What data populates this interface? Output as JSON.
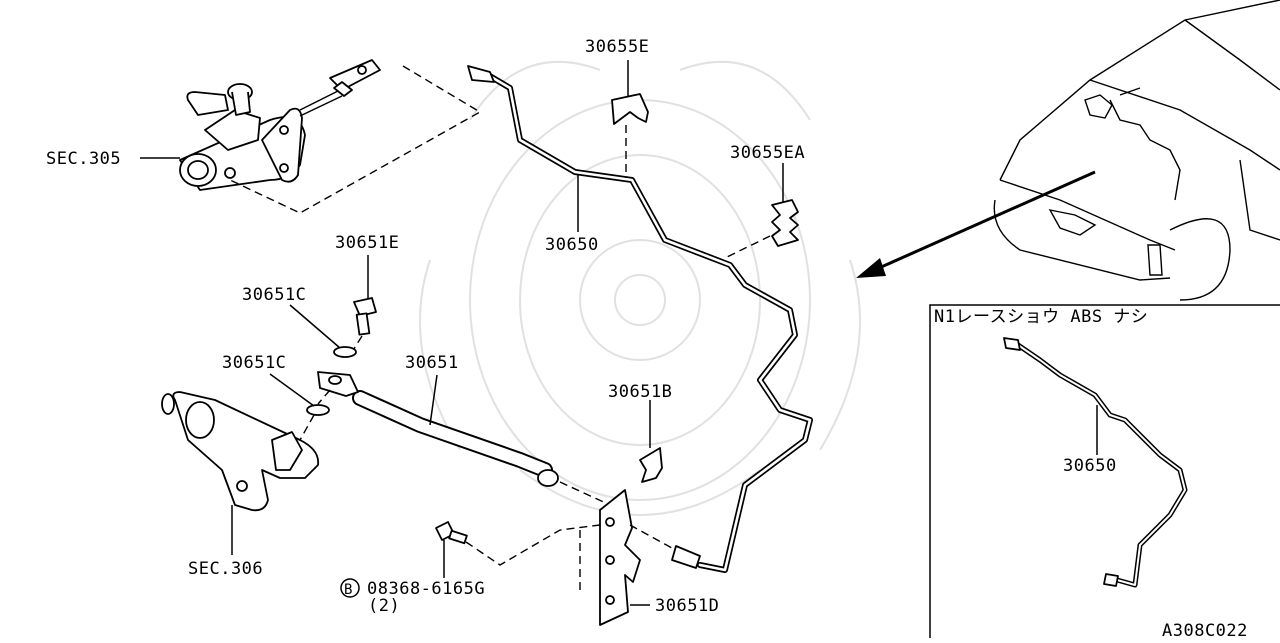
{
  "diagram": {
    "labels": {
      "sec305": "SEC.305",
      "sec306": "SEC.306",
      "p30655E": "30655E",
      "p30655EA": "30655EA",
      "p30650": "30650",
      "p30651E": "30651E",
      "p30651C_1": "30651C",
      "p30651C_2": "30651C",
      "p30651": "30651",
      "p30651B": "30651B",
      "p30651D": "30651D",
      "bolt_marker": "B",
      "bolt_part": "08368-6165G",
      "bolt_qty": "(2)"
    },
    "inset": {
      "title": "N1レースショウ  ABS  ナシ",
      "part": "30650"
    },
    "figure_code": "A308C022"
  }
}
